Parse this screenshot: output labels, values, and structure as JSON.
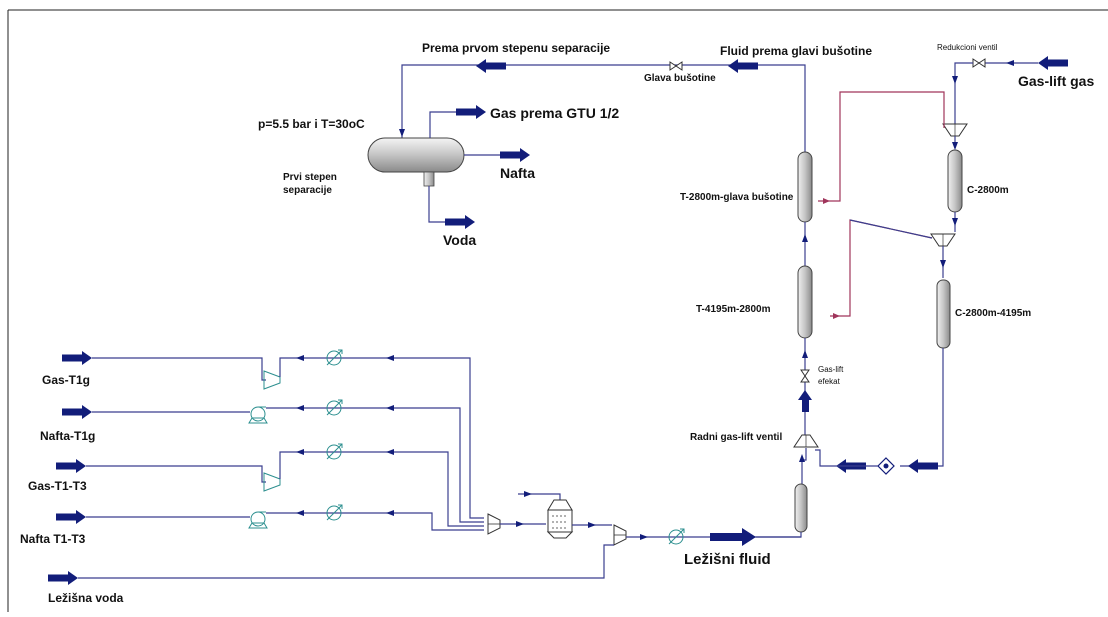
{
  "streams": {
    "prvom_stepenu": "Prema prvom stepenu separacije",
    "glavi_busotine": "Fluid prema glavi bušotine",
    "gas_gtu": "Gas prema GTU 1/2",
    "nafta": "Nafta",
    "voda": "Voda",
    "gas_lift_gas": "Gas-lift gas",
    "lezisni_fluid": "Ležišni fluid",
    "lezisna_voda": "Ležišna voda",
    "gas_t1g": "Gas-T1g",
    "nafta_t1g": "Nafta-T1g",
    "gas_t1_t3": "Gas-T1-T3",
    "nafta_t1_t3": "Nafta T1-T3"
  },
  "equipment": {
    "glava_busotine": "Glava bušotine",
    "redukcioni_ventil": "Redukcioni ventil",
    "separator_cond": "p=5.5 bar i T=30oC",
    "separator_name_1": "Prvi stepen",
    "separator_name_2": "separacije",
    "tubing_top": "T-2800m-glava bušotine",
    "tubing_bottom": "T-4195m-2800m",
    "casing_top": "C-2800m",
    "casing_bottom": "C-2800m-4195m",
    "gas_lift_efekat_1": "Gas-lift",
    "gas_lift_efekat_2": "efekat",
    "radni_ventil": "Radni gas-lift ventil"
  },
  "colors": {
    "arrow": "#121d7a",
    "pipe": "#3b3f8f",
    "gas_pipe": "#a0355b",
    "teal_symbol": "#2c8f8f"
  }
}
